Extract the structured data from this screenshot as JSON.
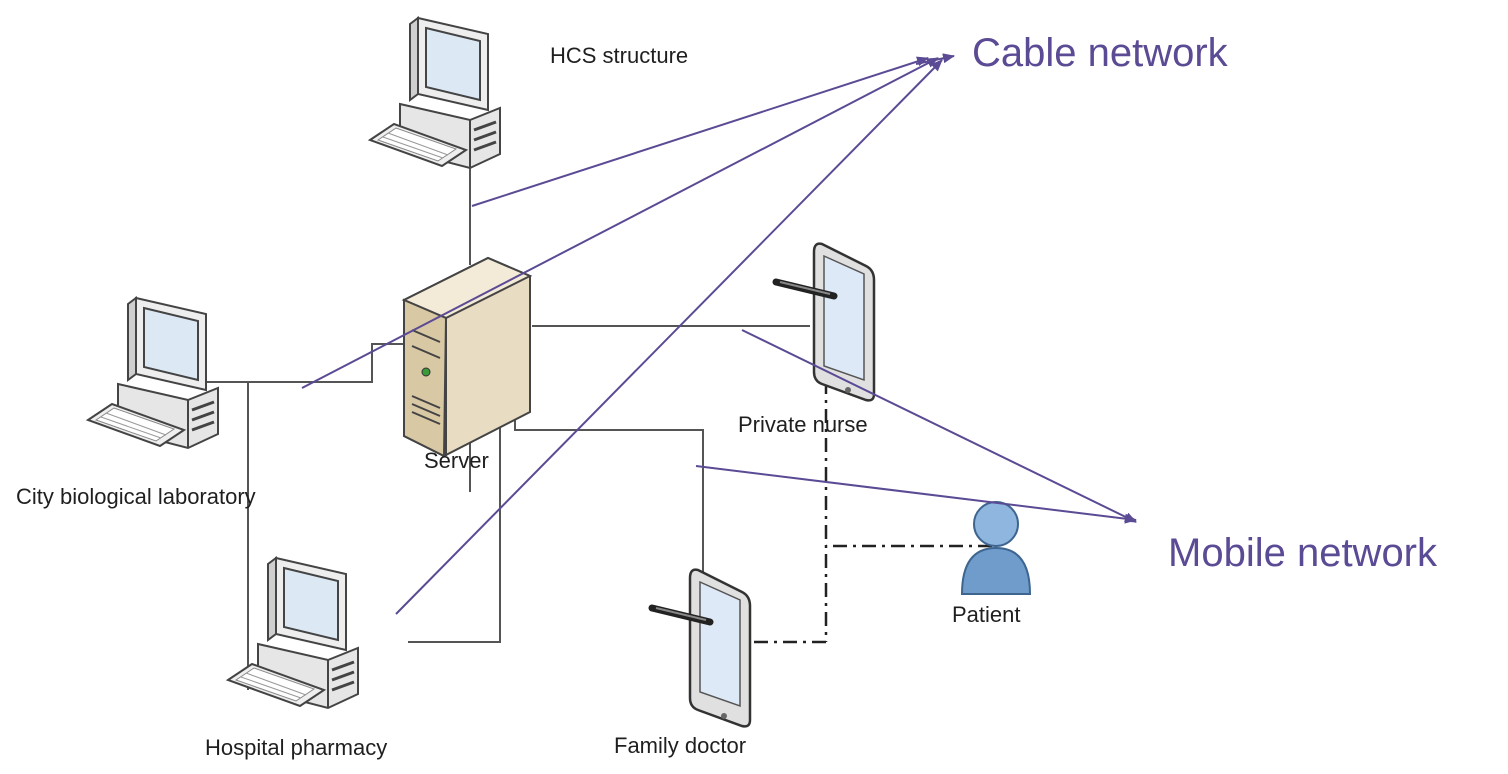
{
  "nodes": {
    "hcs": "HCS structure",
    "lab": "City biological laboratory",
    "server": "Server",
    "pharmacy": "Hospital pharmacy",
    "nurse": "Private nurse",
    "doctor": "Family doctor",
    "patient": "Patient"
  },
  "networks": {
    "cable": "Cable network",
    "mobile": "Mobile network"
  },
  "colors": {
    "annotation": "#5b4a94",
    "wire": "#555555"
  },
  "icons": {
    "hcs": "desktop-computer-icon",
    "lab": "desktop-computer-icon",
    "pharmacy": "desktop-computer-icon",
    "server": "server-tower-icon",
    "nurse": "tablet-stylus-icon",
    "doctor": "tablet-stylus-icon",
    "patient": "user-person-icon"
  }
}
